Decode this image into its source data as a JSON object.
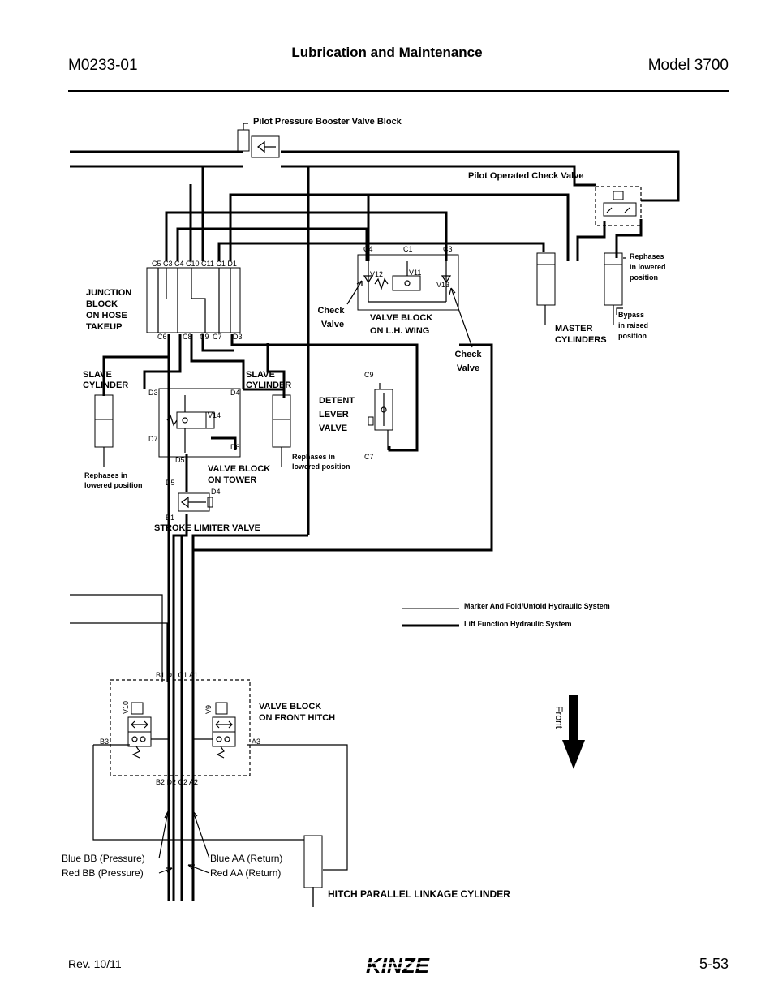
{
  "header": {
    "doc_id": "M0233-01",
    "section_title": "Lubrication and Maintenance",
    "model": "Model 3700"
  },
  "footer": {
    "revision": "Rev. 10/11",
    "page_number": "5-53",
    "logo_text": "KINZE"
  },
  "diagram": {
    "labels": {
      "pilot_booster": "Pilot Pressure Booster Valve Block",
      "pilot_check": "Pilot Operated Check Valve",
      "junction_block": [
        "JUNCTION",
        "BLOCK",
        "ON HOSE",
        "TAKEUP"
      ],
      "valve_block_wing": [
        "VALVE BLOCK",
        "ON L.H. WING"
      ],
      "check_valve_left": [
        "Check",
        "Valve"
      ],
      "check_valve_right": [
        "Check",
        "Valve"
      ],
      "master_cylinders": [
        "MASTER",
        "CYLINDERS"
      ],
      "rephases_lowered_master": [
        "Rephases",
        "in lowered",
        "position"
      ],
      "bypass_raised": [
        "Bypass",
        "in raised",
        "position"
      ],
      "slave_left": [
        "SLAVE",
        "CYLINDER"
      ],
      "slave_right": [
        "SLAVE",
        "CYLINDER"
      ],
      "detent_lever": [
        "DETENT",
        "LEVER",
        "VALVE"
      ],
      "rephases_left": [
        "Rephases in",
        "lowered position"
      ],
      "rephases_right": [
        "Rephases in",
        "lowered position"
      ],
      "valve_block_tower": [
        "VALVE BLOCK",
        "ON TOWER"
      ],
      "stroke_limiter": "STROKE LIMITER VALVE",
      "valve_block_hitch": [
        "VALVE BLOCK",
        "ON FRONT HITCH"
      ],
      "hitch_cylinder": "HITCH PARALLEL LINKAGE CYLINDER",
      "front": "Front",
      "blue_bb": "Blue BB (Pressure)",
      "red_bb": "Red BB (Pressure)",
      "blue_aa": "Blue AA (Return)",
      "red_aa": "Red AA (Return)"
    },
    "legend": {
      "thin": "Marker And Fold/Unfold Hydraulic System",
      "thick": "Lift Function Hydraulic System"
    },
    "ports": {
      "junction_top": "C5 C3 C4 C10 C11 C1 D1",
      "junction_bottom": [
        "C6",
        "C8",
        "C9",
        "C7",
        "D3"
      ],
      "wing": [
        "C4",
        "C1",
        "C3",
        "V12",
        "V11",
        "V13"
      ],
      "tower": [
        "D3",
        "D4",
        "D7",
        "D6",
        "D5",
        "V14"
      ],
      "limiter": [
        "D5",
        "D4",
        "E1"
      ],
      "detent": [
        "C9",
        "C7"
      ],
      "hitch_top": "B1 D1 C1 A1",
      "hitch_bottom": "B2 D2 C2 A2",
      "hitch_side": [
        "B3",
        "A3",
        "V10",
        "V9"
      ]
    }
  }
}
